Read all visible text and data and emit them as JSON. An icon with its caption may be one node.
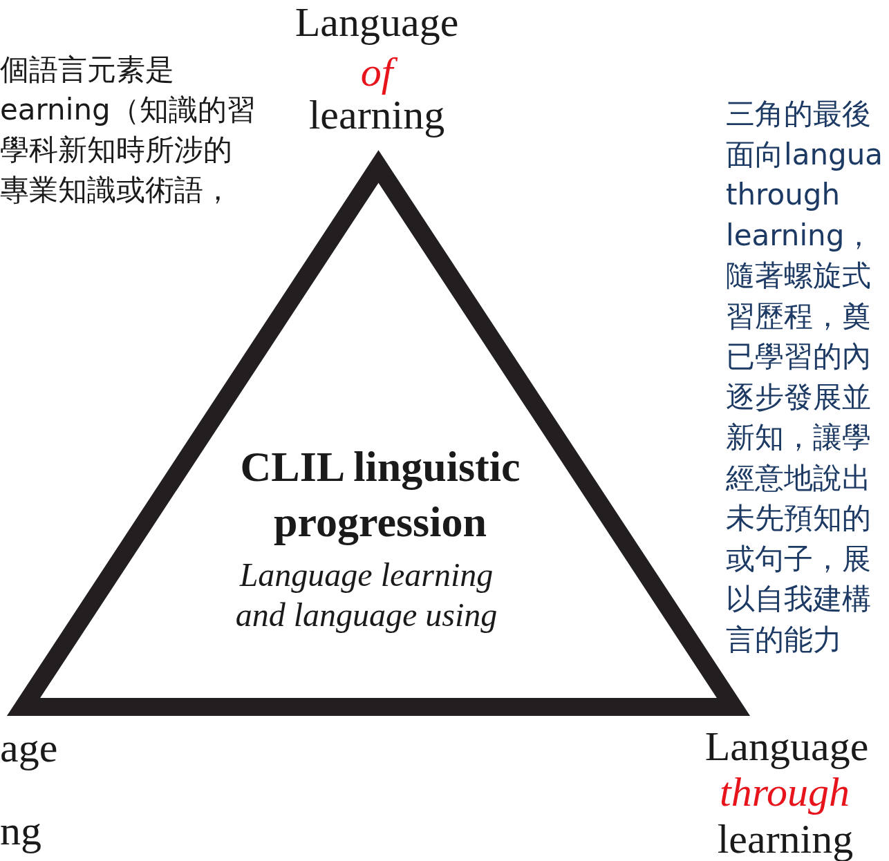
{
  "diagram": {
    "nodes": [
      {
        "text": [
          "CLIL linguistic progression",
          "Language learning and language using"
        ]
      }
    ],
    "labels": [
      "Language",
      "of",
      "learning",
      "個語言元素是earning（知識的習學科新知時所涉的專業知識或術語，",
      "三角的最後面向langua through learning，隨著螺旋式習歷程，奠已學習的內逐步發展並新知，讓學經意地說出未先預知的或句子，展以自我建構言的能力",
      "age",
      "ng",
      "Language",
      "through",
      "learning"
    ]
  }
}
